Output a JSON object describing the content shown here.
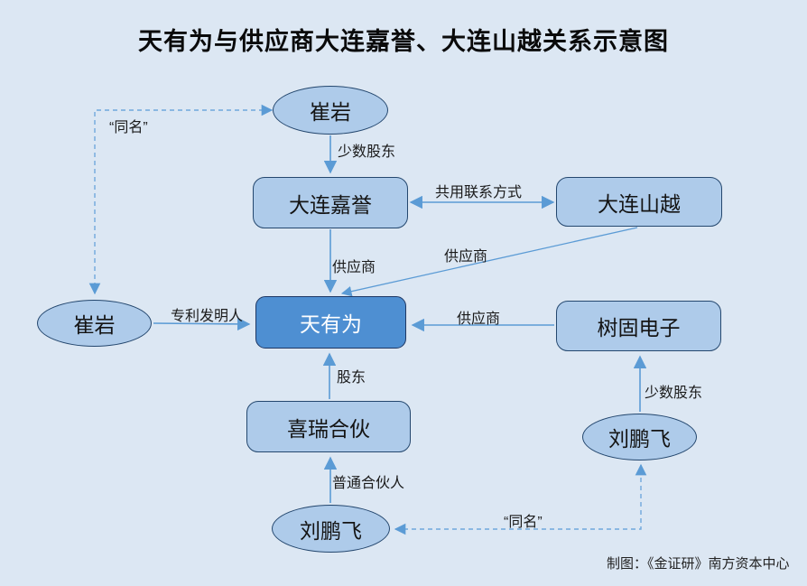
{
  "title": "天有为与供应商大连嘉誉、大连山越关系示意图",
  "caption": "制图：《金证研》南方资本中心",
  "colors": {
    "background": "#DCE7F3",
    "node_fill": "#AECBEA",
    "node_border": "#24476E",
    "highlight_fill": "#4E8FD2",
    "highlight_text": "#FFFFFF",
    "arrow": "#5B9BD5",
    "dashed_arrow": "#6FA8DC"
  },
  "nodes": {
    "cuiyan_top": {
      "label": "崔岩"
    },
    "dalian_jiayu": {
      "label": "大连嘉誉"
    },
    "dalian_shanyue": {
      "label": "大连山越"
    },
    "tianyouwei": {
      "label": "天有为"
    },
    "cuiyan_left": {
      "label": "崔岩"
    },
    "shugu_dianzi": {
      "label": "树固电子"
    },
    "xirui_hehuo": {
      "label": "喜瑞合伙"
    },
    "liupengfei_right": {
      "label": "刘鹏飞"
    },
    "liupengfei_bottom": {
      "label": "刘鹏飞"
    }
  },
  "edge_labels": {
    "minority_shareholder_top": "少数股东",
    "shared_contact": "共用联系方式",
    "supplier_jiayu": "供应商",
    "supplier_shanyue": "供应商",
    "supplier_shugu": "供应商",
    "patent_inventor": "专利发明人",
    "same_name_top": "“同名”",
    "shareholder": "股东",
    "general_partner": "普通合伙人",
    "minority_shareholder_right": "少数股东",
    "same_name_bottom": "“同名”"
  }
}
